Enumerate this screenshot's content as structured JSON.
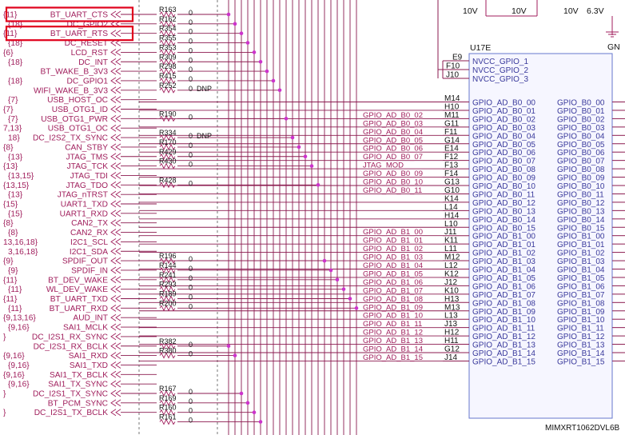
{
  "title_fragments": {
    "capacitors": [
      "10V",
      "10V",
      "10V",
      "6.3V"
    ],
    "gnd_fragment": "GN"
  },
  "component": {
    "refdes": "U17E",
    "part_number": "MIMXRT1062DVL6B",
    "power_pins": [
      {
        "pad": "E9",
        "name": "NVCC_GPIO_1"
      },
      {
        "pad": "F10",
        "name": "NVCC_GPIO_2"
      },
      {
        "pad": "J10",
        "name": "NVCC_GPIO_3"
      }
    ],
    "gpio_pins": [
      {
        "pad": "M14",
        "name": "GPIO_AD_B0_00",
        "alt": "GPIO_B0_00"
      },
      {
        "pad": "H10",
        "name": "GPIO_AD_B0_01",
        "alt": "GPIO_B0_01"
      },
      {
        "pad": "M11",
        "name": "GPIO_AD_B0_02",
        "alt": "GPIO_B0_02"
      },
      {
        "pad": "G11",
        "name": "GPIO_AD_B0_03",
        "alt": "GPIO_B0_03"
      },
      {
        "pad": "F11",
        "name": "GPIO_AD_B0_04",
        "alt": "GPIO_B0_04"
      },
      {
        "pad": "G14",
        "name": "GPIO_AD_B0_05",
        "alt": "GPIO_B0_05"
      },
      {
        "pad": "E14",
        "name": "GPIO_AD_B0_06",
        "alt": "GPIO_B0_06"
      },
      {
        "pad": "F12",
        "name": "GPIO_AD_B0_07",
        "alt": "GPIO_B0_07"
      },
      {
        "pad": "F13",
        "name": "GPIO_AD_B0_08",
        "alt": "GPIO_B0_08"
      },
      {
        "pad": "F14",
        "name": "GPIO_AD_B0_09",
        "alt": "GPIO_B0_09"
      },
      {
        "pad": "G13",
        "name": "GPIO_AD_B0_10",
        "alt": "GPIO_B0_10"
      },
      {
        "pad": "G10",
        "name": "GPIO_AD_B0_11",
        "alt": "GPIO_B0_11"
      },
      {
        "pad": "K14",
        "name": "GPIO_AD_B0_12",
        "alt": "GPIO_B0_12"
      },
      {
        "pad": "L14",
        "name": "GPIO_AD_B0_13",
        "alt": "GPIO_B0_13"
      },
      {
        "pad": "H14",
        "name": "GPIO_AD_B0_14",
        "alt": "GPIO_B0_14"
      },
      {
        "pad": "L10",
        "name": "GPIO_AD_B0_15",
        "alt": "GPIO_B0_15"
      },
      {
        "pad": "J11",
        "name": "GPIO_AD_B1_00",
        "alt": "GPIO_B1_00"
      },
      {
        "pad": "K11",
        "name": "GPIO_AD_B1_01",
        "alt": "GPIO_B1_01"
      },
      {
        "pad": "L11",
        "name": "GPIO_AD_B1_02",
        "alt": "GPIO_B1_02"
      },
      {
        "pad": "M12",
        "name": "GPIO_AD_B1_03",
        "alt": "GPIO_B1_03"
      },
      {
        "pad": "L12",
        "name": "GPIO_AD_B1_04",
        "alt": "GPIO_B1_04"
      },
      {
        "pad": "K12",
        "name": "GPIO_AD_B1_05",
        "alt": "GPIO_B1_05"
      },
      {
        "pad": "J12",
        "name": "GPIO_AD_B1_06",
        "alt": "GPIO_B1_06"
      },
      {
        "pad": "K10",
        "name": "GPIO_AD_B1_07",
        "alt": "GPIO_B1_07"
      },
      {
        "pad": "H13",
        "name": "GPIO_AD_B1_08",
        "alt": "GPIO_B1_08"
      },
      {
        "pad": "M13",
        "name": "GPIO_AD_B1_09",
        "alt": "GPIO_B1_09"
      },
      {
        "pad": "L13",
        "name": "GPIO_AD_B1_10",
        "alt": "GPIO_B1_10"
      },
      {
        "pad": "J13",
        "name": "GPIO_AD_B1_11",
        "alt": "GPIO_B1_11"
      },
      {
        "pad": "H12",
        "name": "GPIO_AD_B1_12",
        "alt": "GPIO_B1_12"
      },
      {
        "pad": "H11",
        "name": "GPIO_AD_B1_13",
        "alt": "GPIO_B1_13"
      },
      {
        "pad": "G12",
        "name": "GPIO_AD_B1_14",
        "alt": "GPIO_B1_14"
      },
      {
        "pad": "J14",
        "name": "GPIO_AD_B1_15",
        "alt": "GPIO_B1_15"
      }
    ]
  },
  "wire_net_labels": [
    "",
    "",
    "GPIO_AD_B0_02",
    "GPIO_AD_B0_03",
    "GPIO_AD_B0_04",
    "GPIO_AD_B0_05",
    "GPIO_AD_B0_06",
    "GPIO_AD_B0_07",
    "JTAG_MOD",
    "GPIO_AD_B0_09",
    "GPIO_AD_B0_10",
    "GPIO_AD_B0_11",
    "",
    "",
    "",
    "",
    "GPIO_AD_B1_00",
    "GPIO_AD_B1_01",
    "GPIO_AD_B1_02",
    "GPIO_AD_B1_03",
    "GPIO_AD_B1_04",
    "GPIO_AD_B1_05",
    "GPIO_AD_B1_06",
    "GPIO_AD_B1_07",
    "GPIO_AD_B1_08",
    "GPIO_AD_B1_09",
    "GPIO_AD_B1_10",
    "GPIO_AD_B1_11",
    "GPIO_AD_B1_12",
    "GPIO_AD_B1_13",
    "GPIO_AD_B1_14",
    "GPIO_AD_B1_15"
  ],
  "offpage_nets": [
    {
      "ref": "{11}",
      "name": "BT_UART_CTS",
      "highlighted": true
    },
    {
      "ref": "{18}",
      "name": "DC_GPIO2",
      "highlighted": false
    },
    {
      "ref": "{11}",
      "name": "BT_UART_RTS",
      "highlighted": true
    },
    {
      "ref": "{18}",
      "name": "DC_RESET",
      "highlighted": false
    },
    {
      "ref": "{6}",
      "name": "LCD_RST",
      "highlighted": false
    },
    {
      "ref": "{18}",
      "name": "DC_INT",
      "highlighted": false
    },
    {
      "ref": "",
      "name": "BT_WAKE_B_3V3",
      "highlighted": false
    },
    {
      "ref": "{18}",
      "name": "DC_GPIO1",
      "highlighted": false
    },
    {
      "ref": "",
      "name": "WIFI_WAKE_B_3V3",
      "highlighted": false
    },
    {
      "ref": "{7}",
      "name": "USB_HOST_OC",
      "highlighted": false
    },
    {
      "ref": "{7}",
      "name": "USB_OTG1_ID",
      "highlighted": false
    },
    {
      "ref": "{7}",
      "name": "USB_OTG1_PWR",
      "highlighted": false
    },
    {
      "ref": "7,13}",
      "name": "USB_OTG1_OC",
      "highlighted": false
    },
    {
      "ref": "18}",
      "name": "DC_I2S2_TX_SYNC",
      "highlighted": false
    },
    {
      "ref": "{8}",
      "name": "CAN_STBY",
      "highlighted": false
    },
    {
      "ref": "{13}",
      "name": "JTAG_TMS",
      "highlighted": false
    },
    {
      "ref": "{13}",
      "name": "JTAG_TCK",
      "highlighted": false
    },
    {
      "ref": "{13,15}",
      "name": "JTAG_TDI",
      "highlighted": false
    },
    {
      "ref": "{13,15}",
      "name": "JTAG_TDO",
      "highlighted": false
    },
    {
      "ref": "{13}",
      "name": "JTAG_nTRST",
      "highlighted": false
    },
    {
      "ref": "{15}",
      "name": "UART1_TXD",
      "highlighted": false
    },
    {
      "ref": "{15}",
      "name": "UART1_RXD",
      "highlighted": false
    },
    {
      "ref": "{8}",
      "name": "CAN2_TX",
      "highlighted": false
    },
    {
      "ref": "{8}",
      "name": "CAN2_RX",
      "highlighted": false
    },
    {
      "ref": "13,16,18}",
      "name": "I2C1_SCL",
      "highlighted": false
    },
    {
      "ref": "3,16,18}",
      "name": "I2C1_SDA",
      "highlighted": false
    },
    {
      "ref": "{9}",
      "name": "SPDIF_OUT",
      "highlighted": false
    },
    {
      "ref": "{9}",
      "name": "SPDIF_IN",
      "highlighted": false
    },
    {
      "ref": "{11}",
      "name": "BT_DEV_WAKE",
      "highlighted": false
    },
    {
      "ref": "{11}",
      "name": "WL_DEV_WAKE",
      "highlighted": false
    },
    {
      "ref": "{11}",
      "name": "BT_UART_TXD",
      "highlighted": false
    },
    {
      "ref": "{11}",
      "name": "BT_UART_RXD",
      "highlighted": false
    },
    {
      "ref": "{9,13,16}",
      "name": "AUD_INT",
      "highlighted": false
    },
    {
      "ref": "{9,16}",
      "name": "SAI1_MCLK",
      "highlighted": false
    },
    {
      "ref": "}",
      "name": "DC_I2S1_RX_SYNC",
      "highlighted": false
    },
    {
      "ref": "",
      "name": "DC_I2S1_RX_BCLK",
      "highlighted": false
    },
    {
      "ref": "{9,16}",
      "name": "SAI1_RXD",
      "highlighted": false
    },
    {
      "ref": "{9,16}",
      "name": "SAI1_TXD",
      "highlighted": false
    },
    {
      "ref": "{9,16}",
      "name": "SAI1_TX_BCLK",
      "highlighted": false
    },
    {
      "ref": "{9,16}",
      "name": "SAI1_TX_SYNC",
      "highlighted": false
    },
    {
      "ref": "}",
      "name": "DC_I2S1_TX_SYNC",
      "highlighted": false
    },
    {
      "ref": "",
      "name": "BT_PCM_SYNC",
      "highlighted": false
    },
    {
      "ref": "}",
      "name": "DC_I2S1_TX_BCLK",
      "highlighted": false
    }
  ],
  "resistors": [
    {
      "ref": "R163",
      "value": "0"
    },
    {
      "ref": "R162",
      "value": "0"
    },
    {
      "ref": "R354",
      "value": "0"
    },
    {
      "ref": "R355",
      "value": "0"
    },
    {
      "ref": "R353",
      "value": "0"
    },
    {
      "ref": "R309",
      "value": "0"
    },
    {
      "ref": "R298",
      "value": "0"
    },
    {
      "ref": "R415",
      "value": "0"
    },
    {
      "ref": "R252",
      "value": "0",
      "dnp": "DNP"
    },
    {
      "ref": "R190",
      "value": "0"
    },
    {
      "ref": "R334",
      "value": "0",
      "dnp": "DNP"
    },
    {
      "ref": "R170",
      "value": "0"
    },
    {
      "ref": "R429",
      "value": "0"
    },
    {
      "ref": "R430",
      "value": "0"
    },
    {
      "ref": "R428",
      "value": "0"
    },
    {
      "ref": "R196",
      "value": "0"
    },
    {
      "ref": "R144",
      "value": "0"
    },
    {
      "ref": "R241",
      "value": "0"
    },
    {
      "ref": "R293",
      "value": "0"
    },
    {
      "ref": "R189",
      "value": "0"
    },
    {
      "ref": "R200",
      "value": "0"
    },
    {
      "ref": "R382",
      "value": "0"
    },
    {
      "ref": "R380",
      "value": "0"
    },
    {
      "ref": "R167",
      "value": "0"
    },
    {
      "ref": "R169",
      "value": "0"
    },
    {
      "ref": "R160",
      "value": "0"
    },
    {
      "ref": "R161",
      "value": "0"
    }
  ],
  "colors": {
    "wire": "#8b1a4f",
    "net": "#a01e5c",
    "junction": "#cc33cc",
    "highlight": "#e0001b",
    "symbol": "#6677cc",
    "symbol_fill": "#f6f6ff",
    "symbol_text": "#3a3a9c",
    "ink": "#111111"
  }
}
